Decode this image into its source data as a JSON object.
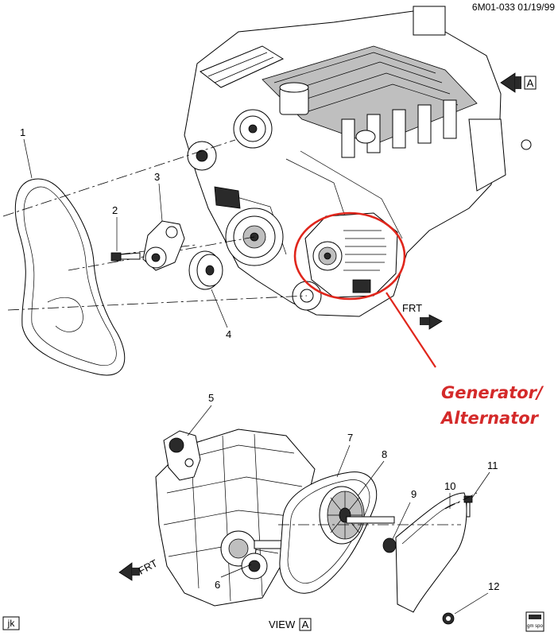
{
  "header": {
    "ref_code": "6M01-033  01/19/99"
  },
  "callout": {
    "line1": "Generator/",
    "line2": "Alternator",
    "color": "#d42a2a"
  },
  "top_view": {
    "view_marker_letter": "A",
    "front_label": "FRT",
    "part_numbers": [
      "1",
      "2",
      "3",
      "4"
    ]
  },
  "bottom_view": {
    "part_numbers": [
      "5",
      "6",
      "7",
      "8",
      "9",
      "10",
      "11",
      "12"
    ],
    "front_label": "FRT",
    "view_label": "VIEW",
    "view_letter": "A"
  },
  "footer": {
    "initials": "jk",
    "logo_text": "gm spo"
  }
}
